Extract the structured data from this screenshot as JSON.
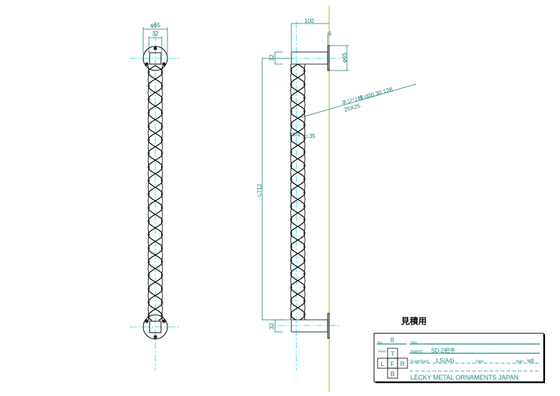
{
  "drawing": {
    "front_view": {
      "dim_flange": "φ65",
      "dim_square": "32"
    },
    "side_view": {
      "dim_projection": "100",
      "dim_flange_thickness": "6",
      "dim_flange_dia": "φ65",
      "dim_top": "32",
      "dim_bottom": "32",
      "dim_length": "≒712",
      "dim_pitch": "≒35",
      "callout_line1": "ネジリ棒:000 30 128",
      "callout_line2": "25X25"
    },
    "stamp": "見積用"
  },
  "title_block": {
    "no_label": "No.",
    "no_value": "B",
    "title_label": "Title:",
    "view_label": "View:",
    "view_t": "T",
    "view_l": "L",
    "view_f": "F",
    "view_r": "R",
    "view_b": "B",
    "subject_label": "Subject:",
    "subject_value": "SD-2把手",
    "scale_label": "Scale(Size):",
    "scale_value": "1:5(A4)",
    "date_label": "Date:",
    "sign_label": "Sign:",
    "sign_value": "wtj",
    "company": "LECKY METAL ORNAMENTS JAPAN"
  },
  "colors": {
    "dim": "#1a7a7a",
    "center": "#00e0e0",
    "wall": "#b8b020"
  }
}
